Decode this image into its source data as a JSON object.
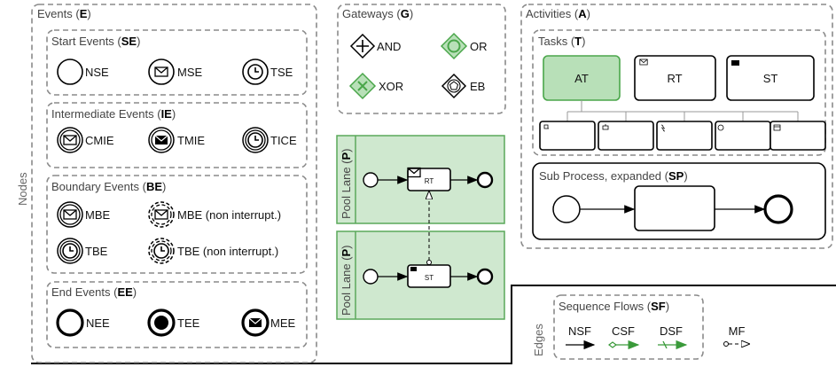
{
  "vertical_labels": {
    "nodes": "Nodes",
    "edges": "Edges"
  },
  "events": {
    "title": "Events (",
    "abbr": "E",
    "close": ")",
    "start": {
      "title": "Start Events (",
      "abbr": "SE",
      "close": ")",
      "items": [
        "NSE",
        "MSE",
        "TSE"
      ]
    },
    "intermediate": {
      "title": "Intermediate Events (",
      "abbr": "IE",
      "close": ")",
      "items": [
        "CMIE",
        "TMIE",
        "TICE"
      ]
    },
    "boundary": {
      "title": "Boundary Events (",
      "abbr": "BE",
      "close": ")",
      "items": [
        "MBE",
        "MBE",
        "(non interrupt.)",
        "TBE",
        "TBE",
        "(non interrupt.)"
      ]
    },
    "end": {
      "title": "End Events (",
      "abbr": "EE",
      "close": ")",
      "items": [
        "NEE",
        "TEE",
        "MEE"
      ]
    }
  },
  "gateways": {
    "title": "Gateways (",
    "abbr": "G",
    "close": ")",
    "items": [
      "AND",
      "OR",
      "XOR",
      "EB"
    ]
  },
  "pools": {
    "label": "Pool Lane (",
    "abbr": "P",
    "close": ")",
    "task_top": "RT",
    "task_bottom": "ST"
  },
  "activities": {
    "title": "Activities (",
    "abbr": "A",
    "close": ")",
    "tasks": {
      "title": "Tasks (",
      "abbr": "T",
      "close": ")",
      "items": [
        "AT",
        "RT",
        "ST"
      ]
    },
    "subprocess": {
      "title": "Sub Process, expanded (",
      "abbr": "SP",
      "close": ")"
    }
  },
  "edges": {
    "sequence_flows": {
      "title": "Sequence Flows (",
      "abbr": "SF",
      "close": ")",
      "items": [
        "NSF",
        "CSF",
        "DSF"
      ]
    },
    "mf": "MF"
  },
  "colors": {
    "green_fill": "#cfe8cf",
    "green_stroke": "#5aa95a",
    "dash_gray": "#8a8a8a"
  }
}
